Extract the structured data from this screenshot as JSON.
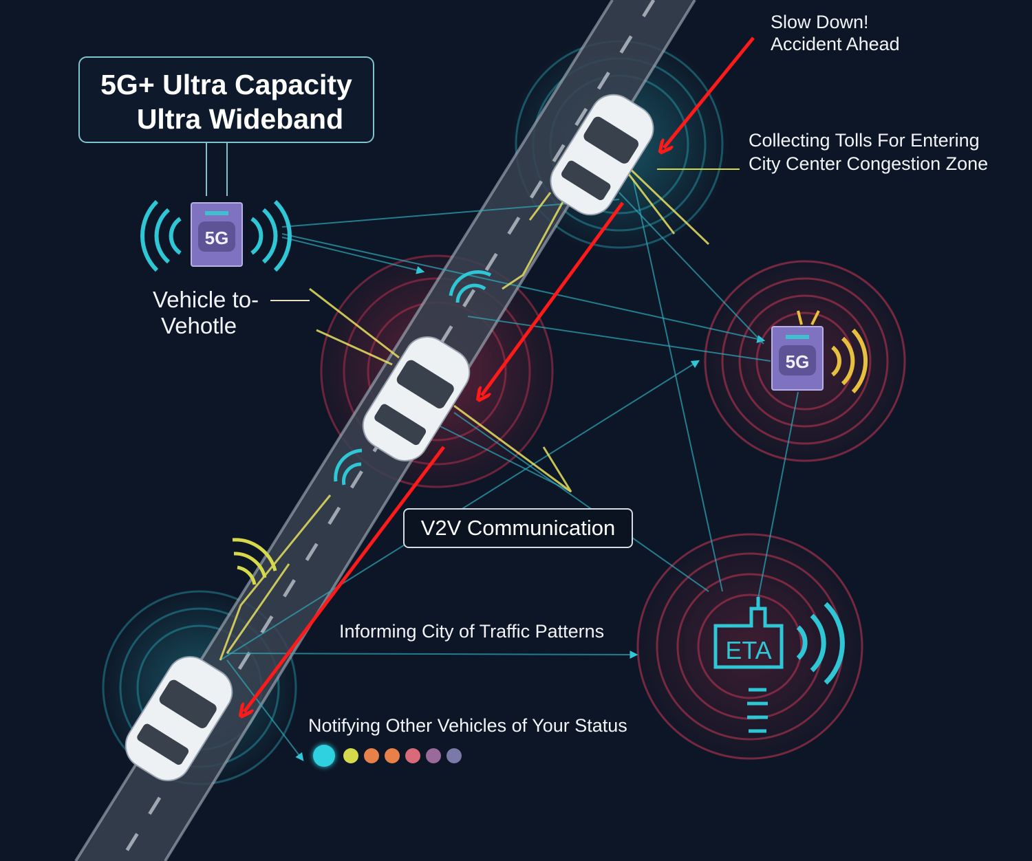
{
  "title_box": {
    "line1": "5G+ Ultra Capacity",
    "line2": "Ultra Wideband"
  },
  "labels": {
    "slow_down_line1": "Slow Down!",
    "slow_down_line2": "Accident Ahead",
    "tolls_line1": "Collecting Tolls For Entering",
    "tolls_line2": "City Center Congestion Zone",
    "vehicle_to_line1": "Vehicle to-",
    "vehicle_to_line2": "Vehotle",
    "v2v": "V2V Communication",
    "informing_city": "Informing City of Traffic Patterns",
    "notifying": "Notifying Other Vehicles of Your Status"
  },
  "towers": {
    "left": "5G",
    "right": "5G"
  },
  "eta_building": "ETA",
  "status_dots": [
    "#2fd0e0",
    "#d6d94a",
    "#e8804a",
    "#e8804a",
    "#d86a7a",
    "#9a6a9a",
    "#7a7aa8"
  ],
  "colors": {
    "background": "#0d1626",
    "cyan": "#2fc6d6",
    "alert_red": "#ff1a1a",
    "ring_red": "#a0304a",
    "tower_purple": "#7f72c0"
  }
}
